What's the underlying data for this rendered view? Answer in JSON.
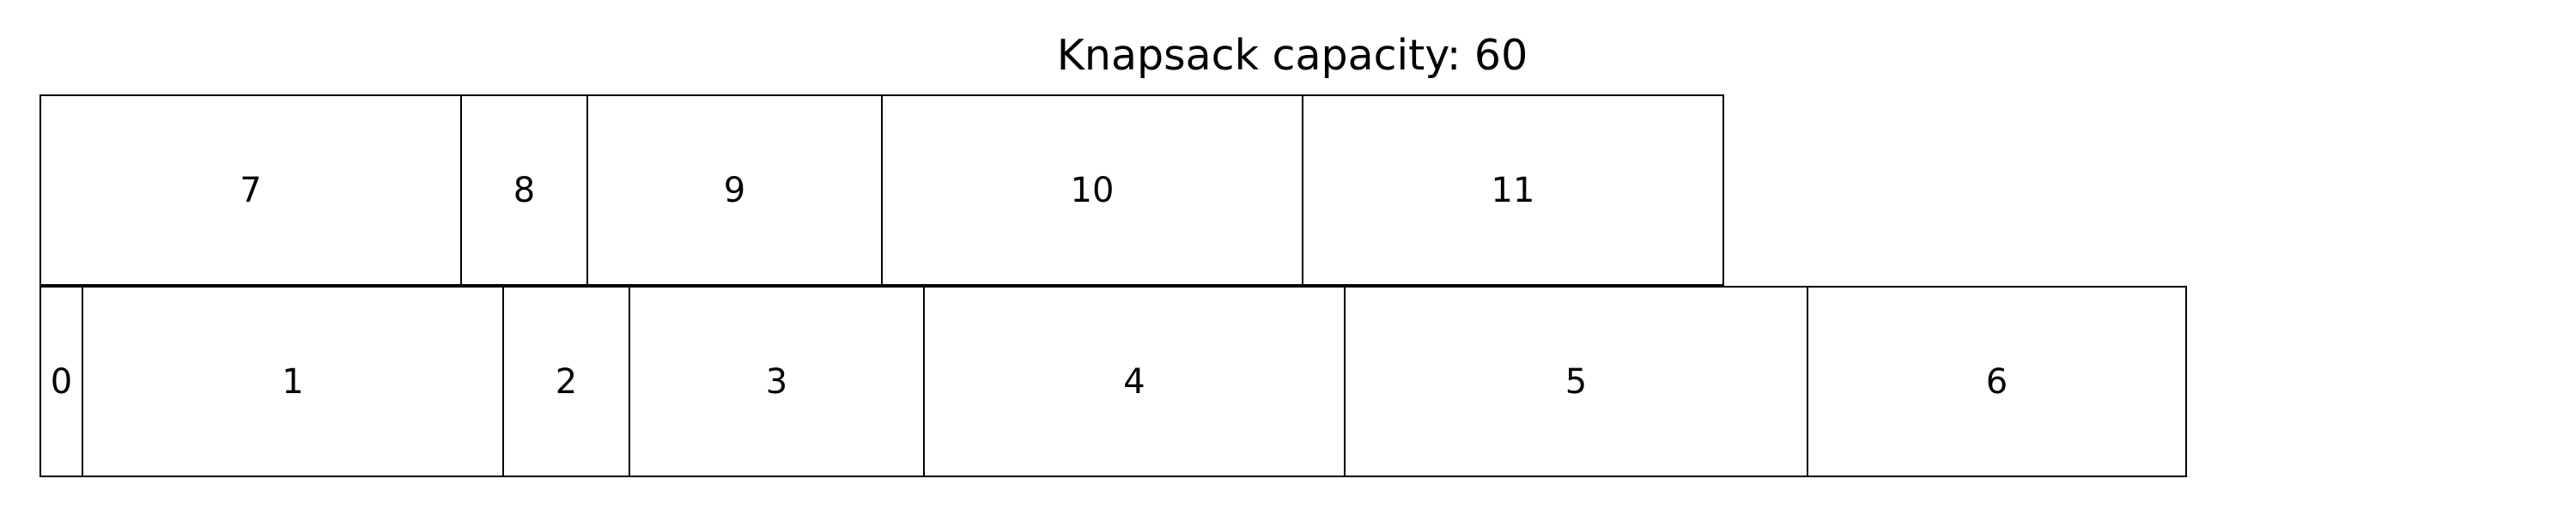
{
  "title": "Knapsack capacity: 60",
  "rows": [
    {
      "name": "top",
      "items": [
        {
          "label": "7",
          "size": 10
        },
        {
          "label": "8",
          "size": 3
        },
        {
          "label": "9",
          "size": 7
        },
        {
          "label": "10",
          "size": 10
        },
        {
          "label": "11",
          "size": 10
        }
      ]
    },
    {
      "name": "bottom",
      "items": [
        {
          "label": "0",
          "size": 1
        },
        {
          "label": "1",
          "size": 10
        },
        {
          "label": "2",
          "size": 3
        },
        {
          "label": "3",
          "size": 7
        },
        {
          "label": "4",
          "size": 10
        },
        {
          "label": "5",
          "size": 11
        },
        {
          "label": "6",
          "size": 9
        }
      ]
    }
  ]
}
